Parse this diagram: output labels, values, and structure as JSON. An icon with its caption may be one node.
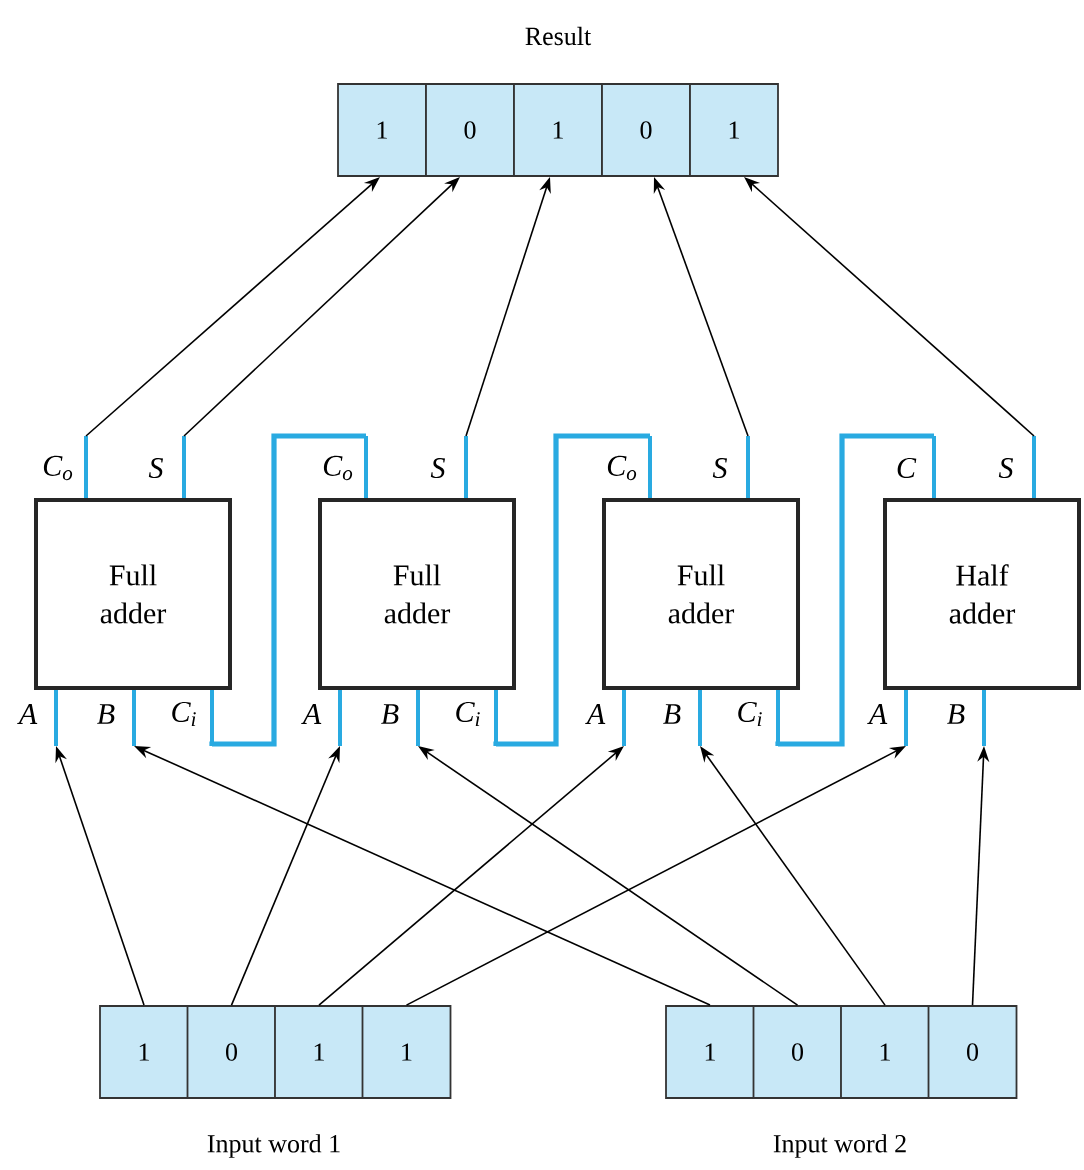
{
  "diagram": {
    "nodes": [
      {
        "text": [
          "1"
        ]
      },
      {
        "text": [
          "0"
        ]
      },
      {
        "text": [
          "1"
        ]
      },
      {
        "text": [
          "0"
        ]
      },
      {
        "text": [
          "1"
        ]
      },
      {
        "text": [
          "Full adder"
        ]
      },
      {
        "text": [
          "Full adder"
        ]
      },
      {
        "text": [
          "Full adder"
        ]
      },
      {
        "text": [
          "Half adder"
        ]
      },
      {
        "text": [
          "1"
        ]
      },
      {
        "text": [
          "0"
        ]
      },
      {
        "text": [
          "1"
        ]
      },
      {
        "text": [
          "1"
        ]
      },
      {
        "text": [
          "1"
        ]
      },
      {
        "text": [
          "0"
        ]
      },
      {
        "text": [
          "1"
        ]
      },
      {
        "text": [
          "0"
        ]
      }
    ],
    "edges": [
      {
        "from": 5,
        "to": 0,
        "arrow": "to"
      },
      {
        "from": 5,
        "to": 1,
        "arrow": "to"
      },
      {
        "from": 6,
        "to": 2,
        "arrow": "to"
      },
      {
        "from": 7,
        "to": 3,
        "arrow": "to"
      },
      {
        "from": 8,
        "to": 4,
        "arrow": "to"
      },
      {
        "from": 9,
        "to": 5,
        "arrow": "to"
      },
      {
        "from": 10,
        "to": 6,
        "arrow": "to"
      },
      {
        "from": 11,
        "to": 7,
        "arrow": "to"
      },
      {
        "from": 12,
        "to": 8,
        "arrow": "to"
      },
      {
        "from": 13,
        "to": 5,
        "arrow": "to"
      },
      {
        "from": 14,
        "to": 6,
        "arrow": "to"
      },
      {
        "from": 15,
        "to": 7,
        "arrow": "to"
      },
      {
        "from": 16,
        "to": 8,
        "arrow": "to"
      },
      {
        "from": 6,
        "to": 5,
        "arrow": "none",
        "style": "thick",
        "color": "#29aae1"
      },
      {
        "from": 7,
        "to": 6,
        "arrow": "none",
        "style": "thick",
        "color": "#29aae1"
      },
      {
        "from": 8,
        "to": 7,
        "arrow": "none",
        "style": "thick",
        "color": "#29aae1"
      }
    ],
    "labels": [
      "Result",
      "C$_{o}$",
      "S",
      "C$_{o}$",
      "S",
      "C$_{o}$",
      "S",
      "C",
      "S",
      "A",
      "B",
      "C$_{i}$",
      "A",
      "B",
      "C$_{i}$",
      "A",
      "B",
      "C$_{i}$",
      "A",
      "B",
      "Input word 1",
      "Input word 2"
    ]
  }
}
